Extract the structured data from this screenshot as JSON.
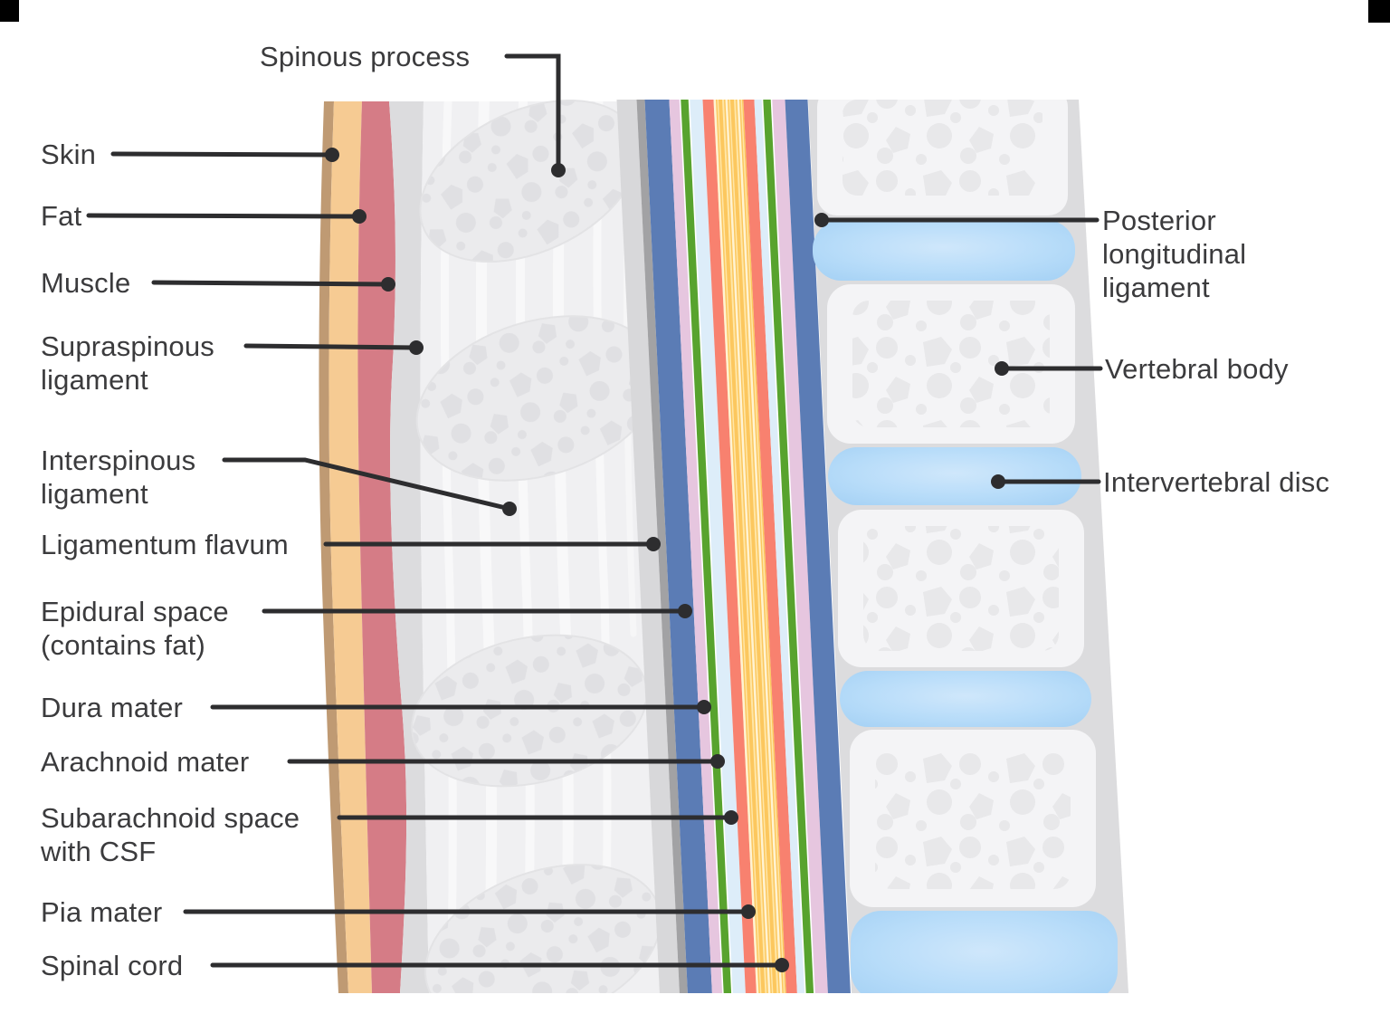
{
  "labels": {
    "spinous_process": "Spinous process",
    "skin": "Skin",
    "fat": "Fat",
    "muscle": "Muscle",
    "supraspinous_ligament": "Supraspinous ligament",
    "interspinous_ligament": "Interspinous ligament",
    "ligamentum_flavum": "Ligamentum flavum",
    "epidural_space": "Epidural space (contains fat)",
    "dura_mater": "Dura mater",
    "arachnoid_mater": "Arachnoid mater",
    "subarachnoid_space": "Subarachnoid space with CSF",
    "pia_mater": "Pia mater",
    "spinal_cord": "Spinal cord",
    "posterior_longitudinal_ligament": "Posterior longitudinal ligament",
    "vertebral_body": "Vertebral body",
    "intervertebral_disc": "Intervertebral disc"
  },
  "colors": {
    "label_text": "#3b3b3d",
    "leader_line": "#2d2d2f",
    "skin": "#bf9a73",
    "fat": "#f6cb93",
    "muscle": "#d57c86",
    "supraspinous_gray": "#dcdcde",
    "bone_region_bg": "#f0f0f2",
    "bone_fill": "#ebebed",
    "ligamentum_flavum_gray": "#a2a2a4",
    "epidural_blue": "#5b7cb5",
    "dura_pink": "#e6c6df",
    "arachnoid_green": "#58a32e",
    "csf_light_blue": "#ddedf9",
    "pia_salmon": "#f8816f",
    "spinal_cord_yellow": "#fcc75e",
    "disc_blue": "#a6d3f6",
    "vertebra_fill": "#f4f4f6",
    "column_gray": "#dcdcde"
  }
}
